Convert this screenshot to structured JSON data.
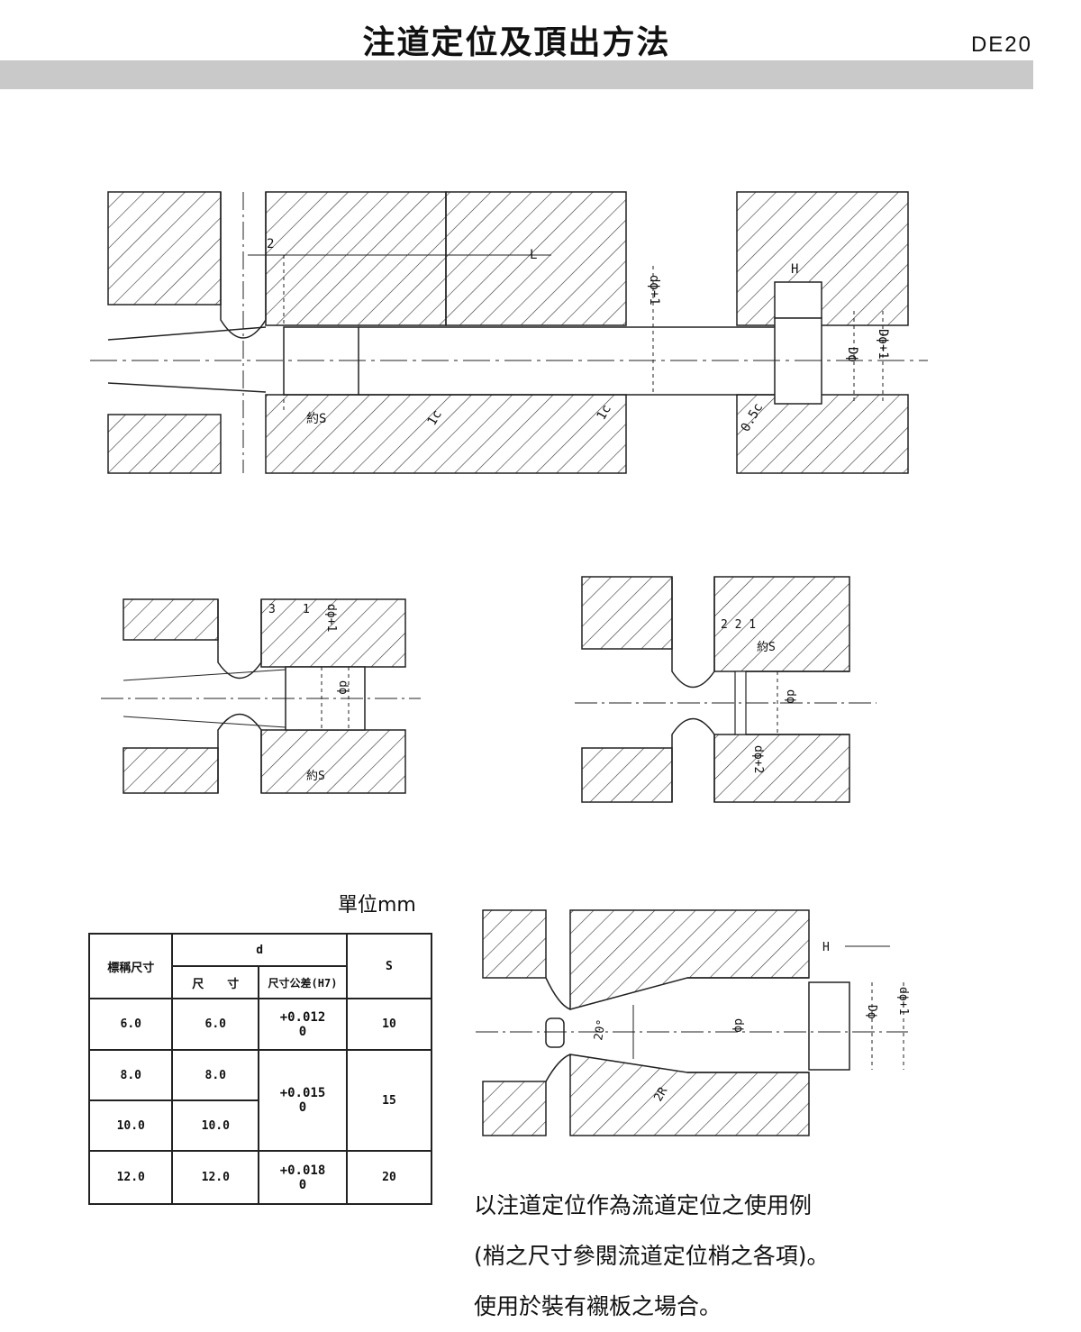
{
  "header": {
    "title": "注道定位及頂出方法",
    "code": "DE20"
  },
  "figures": {
    "main": {
      "label_2": "2",
      "label_L": "L",
      "label_H": "H",
      "label_d1": "dϕ+1",
      "label_D": "Dϕ",
      "label_D1": "Dϕ+1",
      "label_S": "約S",
      "label_1c_a": "1c",
      "label_1c_b": "1c",
      "label_05c": "0.5c"
    },
    "left": {
      "label_3": "3",
      "label_1": "1",
      "label_d1": "dϕ+1",
      "label_d": "dϕ",
      "label_S": "約S"
    },
    "right": {
      "label_221": "2 2 1",
      "label_S": "約S",
      "label_d": "dϕ",
      "label_d2": "dϕ+2"
    },
    "bottom": {
      "label_H": "H",
      "label_20": "20°",
      "label_d": "dϕ",
      "label_D": "Dϕ",
      "label_d1": "dϕ+1",
      "label_2R": "2R"
    }
  },
  "unit": "單位mm",
  "table": {
    "headers": {
      "nominal": "標稱尺寸",
      "d": "d",
      "size": "尺　　寸",
      "tol": "尺寸公差(H7)",
      "s": "S"
    },
    "rows": [
      {
        "nominal": "6.0",
        "size": "6.0"
      },
      {
        "nominal": "8.0",
        "size": "8.0"
      },
      {
        "nominal": "10.0",
        "size": "10.0"
      },
      {
        "nominal": "12.0",
        "size": "12.0"
      }
    ],
    "tolerances": [
      {
        "upper": "+0.012",
        "lower": "0"
      },
      {
        "upper": "+0.015",
        "lower": "0"
      },
      {
        "upper": "+0.018",
        "lower": "0"
      }
    ],
    "s_values": [
      "10",
      "15",
      "20"
    ]
  },
  "notes": [
    "以注道定位作為流道定位之使用例",
    "(梢之尺寸參閱流道定位梢之各項)。",
    "使用於裝有襯板之場合。"
  ]
}
